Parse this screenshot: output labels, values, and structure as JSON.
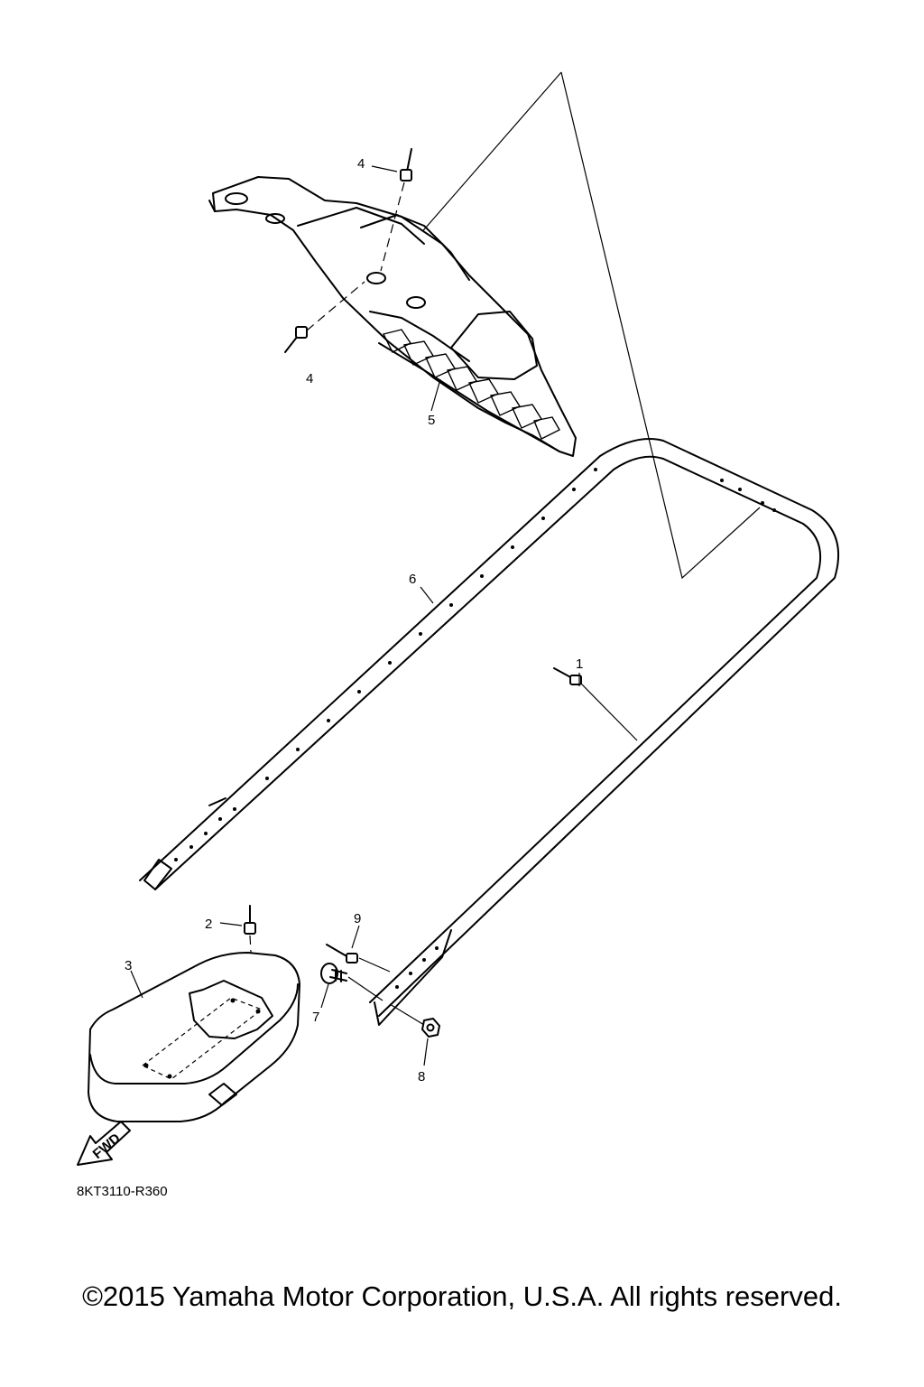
{
  "callouts": {
    "c1": "1",
    "c2": "2",
    "c3": "3",
    "c4a": "4",
    "c4b": "4",
    "c5": "5",
    "c6": "6",
    "c7": "7",
    "c8": "8",
    "c9": "9"
  },
  "fwd_label": "FWD",
  "diagram_code": "8KT3110-R360",
  "copyright": "©2015 Yamaha Motor Corporation, U.S.A. All rights reserved."
}
